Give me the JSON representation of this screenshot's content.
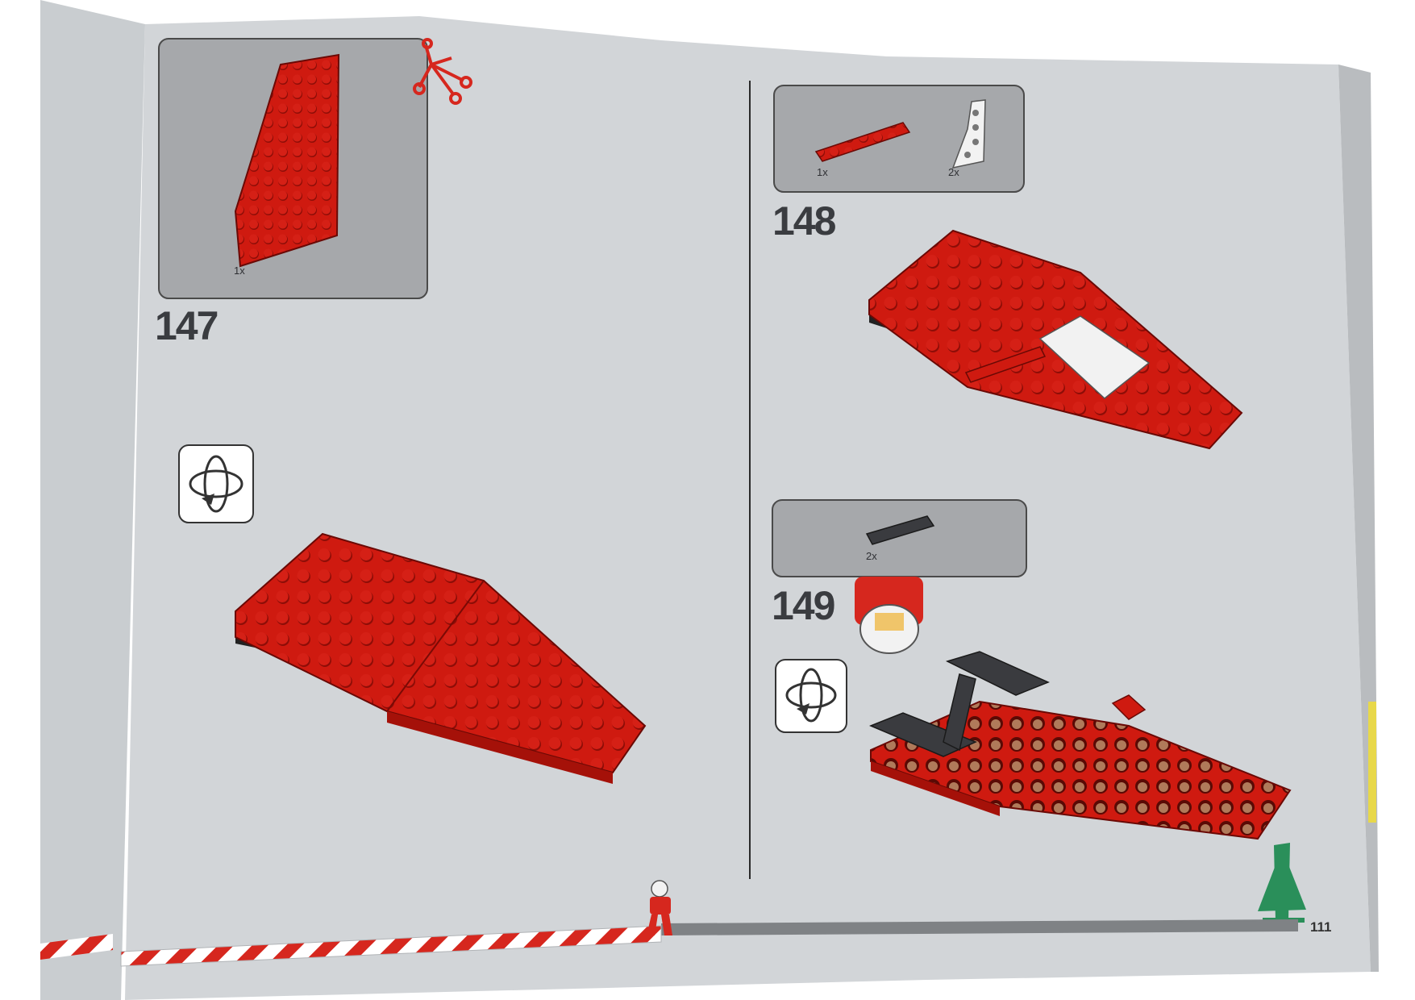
{
  "page": {
    "number": "111",
    "colors": {
      "background": "#ffffff",
      "page_paper": "#d2d5d8",
      "parts_box": "#a6a8ab",
      "brick_red": "#cf1a10",
      "brick_dark": "#3a3b3f",
      "brick_white": "#f2f2f2",
      "stripe_red": "#d6271e",
      "tree_green": "#2a8f5a"
    }
  },
  "steps": [
    {
      "number": "147",
      "parts": [
        {
          "qty": "1x",
          "part": "red wedge plate"
        }
      ],
      "rotate_icon": "rotate-model-icon"
    },
    {
      "number": "148",
      "parts": [
        {
          "qty": "1x",
          "part": "red plate 1x6"
        },
        {
          "qty": "2x",
          "part": "white wedge plate"
        }
      ]
    },
    {
      "number": "149",
      "parts": [
        {
          "qty": "2x",
          "part": "dark grey plate 1x4"
        }
      ],
      "rotate_icon": "rotate-model-icon"
    }
  ]
}
